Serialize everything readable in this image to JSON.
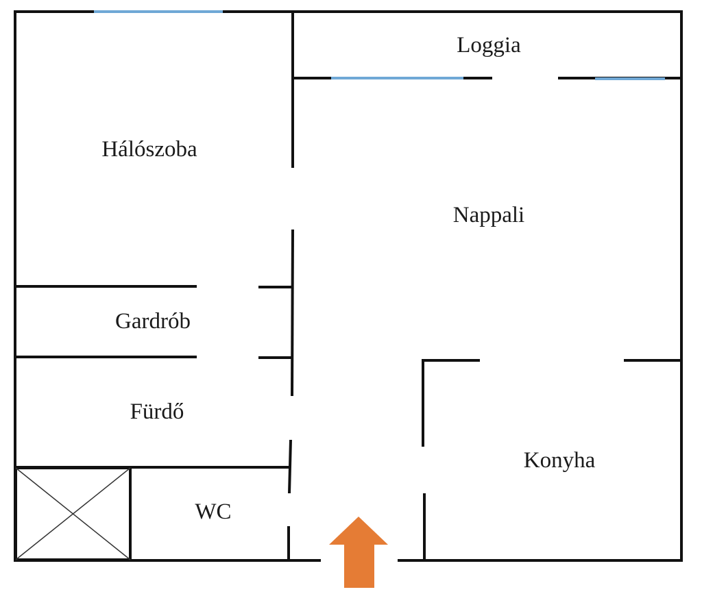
{
  "rooms": {
    "loggia": "Loggia",
    "haloszoba": "Hálószoba",
    "nappali": "Nappali",
    "gardrob": "Gardrób",
    "furdo": "Fürdő",
    "wc": "WC",
    "konyha": "Konyha"
  },
  "colors": {
    "wall": "#111111",
    "window": "#6fa8d6",
    "entrance_arrow": "#e57c35",
    "background": "#ffffff"
  },
  "icons": {
    "shaft": "crossed-square-icon",
    "entrance": "arrow-up-icon"
  }
}
